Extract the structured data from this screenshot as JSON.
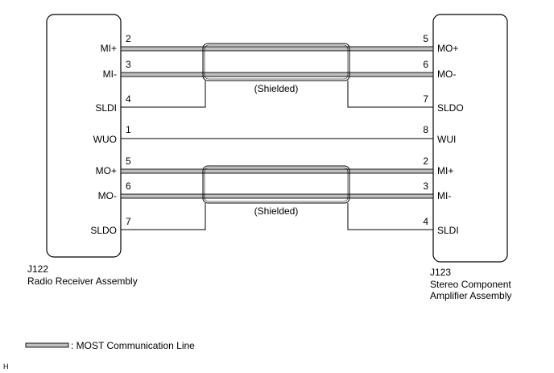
{
  "left_connector": {
    "id": "J122",
    "name": "Radio Receiver Assembly",
    "pins": [
      {
        "num": "2",
        "label": "MI+"
      },
      {
        "num": "3",
        "label": "MI-"
      },
      {
        "num": "4",
        "label": "SLDI"
      },
      {
        "num": "1",
        "label": "WUO"
      },
      {
        "num": "5",
        "label": "MO+"
      },
      {
        "num": "6",
        "label": "MO-"
      },
      {
        "num": "7",
        "label": "SLDO"
      }
    ]
  },
  "right_connector": {
    "id": "J123",
    "name_line1": "Stereo Component",
    "name_line2": "Amplifier Assembly",
    "pins": [
      {
        "num": "5",
        "label": "MO+"
      },
      {
        "num": "6",
        "label": "MO-"
      },
      {
        "num": "7",
        "label": "SLDO"
      },
      {
        "num": "8",
        "label": "WUI"
      },
      {
        "num": "2",
        "label": "MI+"
      },
      {
        "num": "3",
        "label": "MI-"
      },
      {
        "num": "4",
        "label": "SLDI"
      }
    ]
  },
  "shield_label_top": "(Shielded)",
  "shield_label_bottom": "(Shielded)",
  "legend": {
    "text": ": MOST Communication Line"
  },
  "corner_mark": "H",
  "colors": {
    "most_line_fill": "#bfbfbf",
    "stroke": "#000000"
  }
}
